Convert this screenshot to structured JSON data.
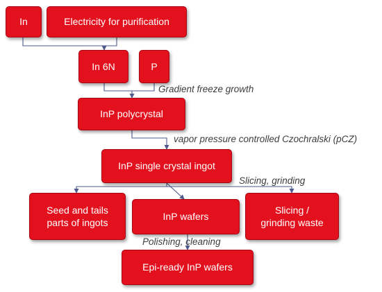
{
  "colors": {
    "box": "#e3101e",
    "box_border": "#a70712",
    "box_text": "#ffffff",
    "connector": "#4f5a8c",
    "label_text": "#3c3c3c"
  },
  "nodes": {
    "in": "In",
    "electricity": "Electricity for purification",
    "in6n": "In 6N",
    "p": "P",
    "polycrystal": "InP polycrystal",
    "ingot": "InP single crystal ingot",
    "seed": "Seed and tails\nparts of ingots",
    "wafers": "InP wafers",
    "waste": "Slicing /\ngrinding waste",
    "epi": "Epi-ready InP wafers"
  },
  "edge_labels": {
    "gradient": "Gradient freeze growth",
    "vpcz": "vapor pressure controlled Czochralski (pCZ)",
    "slicing": "Slicing, grinding",
    "polishing": "Polishing, cleaning"
  }
}
